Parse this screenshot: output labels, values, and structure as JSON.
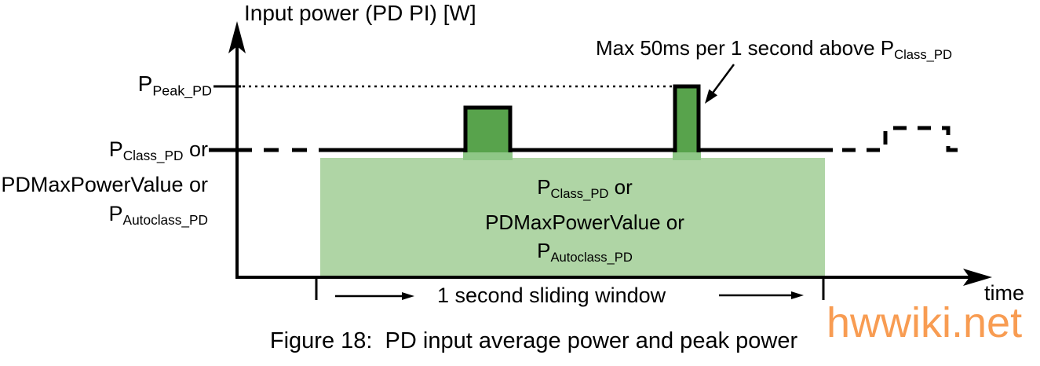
{
  "colors": {
    "pulse_green": "#58a34c",
    "region_green": "#afd5a5",
    "tab_green": "#8fc787",
    "watermark_orange": "#f89c52",
    "ink": "#000000"
  },
  "axis": {
    "y_title": "Input power (PD PI) [W]",
    "x_title": "time"
  },
  "labels": {
    "p": "P",
    "peak_sub": "Peak_PD",
    "class_sub": "Class_PD",
    "or": " or",
    "pdmax": "PDMaxPowerValue or",
    "autoclass_sub": "Autoclass_PD"
  },
  "annotation": {
    "text": "Max 50ms per 1 second above P",
    "sub": "Class_PD"
  },
  "sliding_window": {
    "label": "1 second sliding window"
  },
  "caption": "Figure 18:  PD input average power and peak power",
  "watermark": "hwwiki.net"
}
